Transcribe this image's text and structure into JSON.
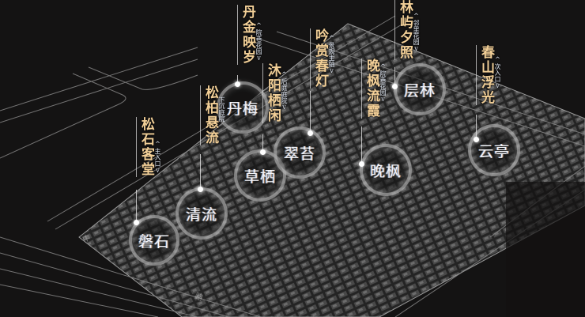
{
  "scene": {
    "description": "Dark isometric masterplan of residential community with zone rings and vertical gold labels",
    "colors": {
      "background": "#141313",
      "label_gold": "#f2cf97",
      "subtitle": "#dfe6f2",
      "ring": "#d2d2d2",
      "ring_text": "#f4f6fa"
    }
  },
  "zones": [
    {
      "ring": "磐石",
      "title": "松石客堂",
      "subtitle": "^主入口v"
    },
    {
      "ring": "清流",
      "title": "松柏悬流",
      "subtitle": "下沉庭院"
    },
    {
      "ring": "丹梅",
      "title": "丹金映岁",
      "subtitle": "^院巷花园v"
    },
    {
      "ring": "草栖",
      "title": "沐阳栖闲",
      "subtitle": "^后庭庭院v"
    },
    {
      "ring": "翠苔",
      "title": "吟赏春灯",
      "subtitle": "^景观主轴v"
    },
    {
      "ring": "晚枫",
      "title": "晚枫流霞",
      "subtitle": "^院巷花园v"
    },
    {
      "ring": "层林",
      "title": "林屿夕照",
      "subtitle": "^邻里花园v"
    },
    {
      "ring": "云亭",
      "title": "春山浮光",
      "subtitle": "^次入口v"
    }
  ],
  "road_labels": [
    "中",
    "路"
  ]
}
